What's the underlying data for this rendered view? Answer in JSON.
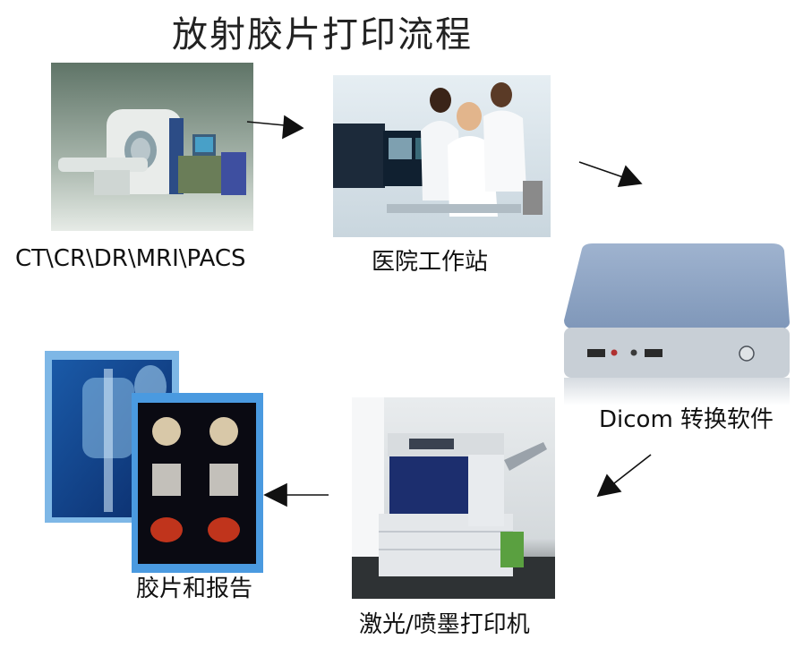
{
  "title": "放射胶片打印流程",
  "steps": [
    {
      "label": "CT\\CR\\DR\\MRI\\PACS",
      "icon": "ct-scanner-photo"
    },
    {
      "label": "医院工作站",
      "icon": "workstation-photo"
    },
    {
      "label": "Dicom 转换软件",
      "icon": "mini-pc-photo"
    },
    {
      "label": "激光/喷墨打印机",
      "icon": "printer-photo"
    },
    {
      "label": "胶片和报告",
      "icon": "xray-film-photo"
    }
  ]
}
